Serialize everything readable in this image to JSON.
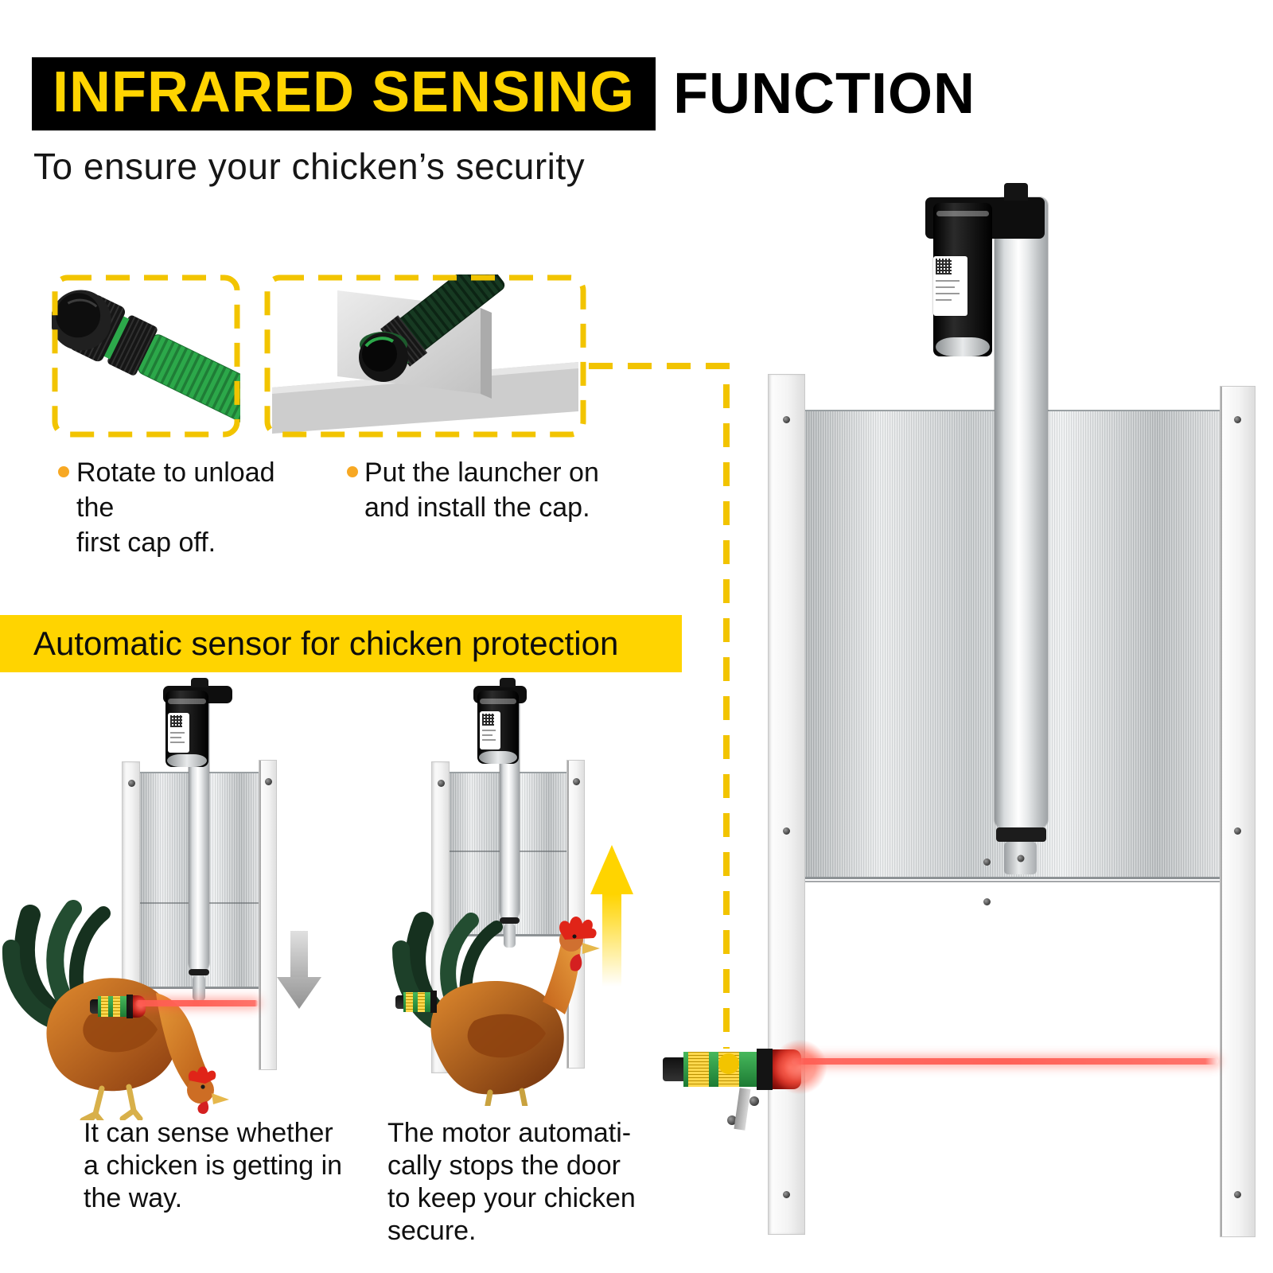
{
  "title": {
    "highlight": "INFRARED SENSING",
    "rest": "FUNCTION"
  },
  "subtitle": "To ensure your chicken’s security",
  "steps": [
    {
      "lines": [
        "Rotate to unload the",
        "first cap off."
      ]
    },
    {
      "lines": [
        "Put the launcher on",
        "and install the cap."
      ]
    }
  ],
  "banner": "Automatic sensor for chicken protection",
  "captions": [
    {
      "lines": [
        "It can sense whether",
        "a chicken is getting in",
        "the way.",
        ""
      ]
    },
    {
      "lines": [
        "The motor automati-",
        "cally stops the door",
        "to keep your chicken",
        "secure."
      ]
    }
  ],
  "icons": {
    "door_closing_arrow": "▼",
    "door_opening_arrow": "▲",
    "step_bullet": "●"
  },
  "colors": {
    "accent_yellow": "#FFD400",
    "dashed_gold": "#F2C400",
    "title_bg": "#000000",
    "title_text": "#FFD400",
    "laser_red": "#FF5A50",
    "bullet_orange": "#F7A823",
    "sensor_green": "#2FA14C",
    "door_metal": "#C9CDCF",
    "arrow_gray": "#ABABAB"
  }
}
